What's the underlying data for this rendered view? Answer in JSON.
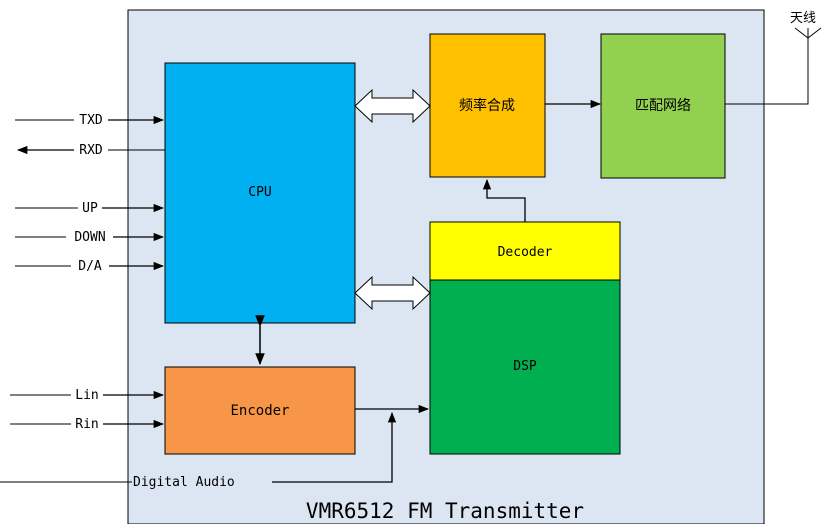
{
  "diagram": {
    "title": "VMR6512 FM Transmitter",
    "blocks": {
      "cpu": "CPU",
      "freq_synth": "频率合成",
      "matching_network": "匹配网络",
      "decoder": "Decoder",
      "dsp": "DSP",
      "encoder": "Encoder"
    },
    "antenna_label": "天线",
    "signals": {
      "txd": "TXD",
      "rxd": "RXD",
      "up": "UP",
      "down": "DOWN",
      "da": "D/A",
      "lin": "Lin",
      "rin": "Rin",
      "digital_audio": "Digital Audio"
    },
    "colors": {
      "board": "#dce6f2",
      "cpu": "#00b0f0",
      "freq_synth": "#ffc000",
      "matching_network": "#92d050",
      "decoder": "#ffff00",
      "dsp": "#00b050",
      "encoder": "#f79646"
    }
  }
}
